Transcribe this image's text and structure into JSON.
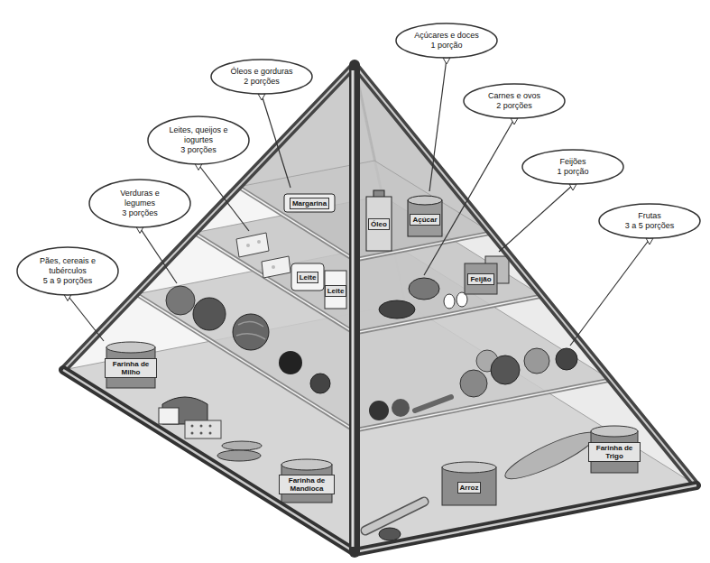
{
  "diagram": {
    "nodes": [
      {
        "text": [
          "Pães, cereais e tubérculos",
          "5 a 9 porções"
        ]
      },
      {
        "text": [
          "Verduras e legumes",
          "3 porções"
        ]
      },
      {
        "text": [
          "Leites, queijos e iogurtes",
          "3 porções"
        ]
      },
      {
        "text": [
          "Óleos e gorduras",
          "2 porções"
        ]
      },
      {
        "text": [
          "Açúcares e doces",
          "1 porção"
        ]
      },
      {
        "text": [
          "Carnes e ovos",
          "2 porções"
        ]
      },
      {
        "text": [
          "Feijões",
          "1 porção"
        ]
      },
      {
        "text": [
          "Frutas",
          "3 a 5 porções"
        ]
      }
    ],
    "labels": [
      "Margarina",
      "Óleo",
      "Açúcar",
      "Leite",
      "Leite",
      "Feijão",
      "Farinha de Milho",
      "Farinha de Mandioca",
      "Arroz",
      "Farinha de Trigo"
    ]
  }
}
